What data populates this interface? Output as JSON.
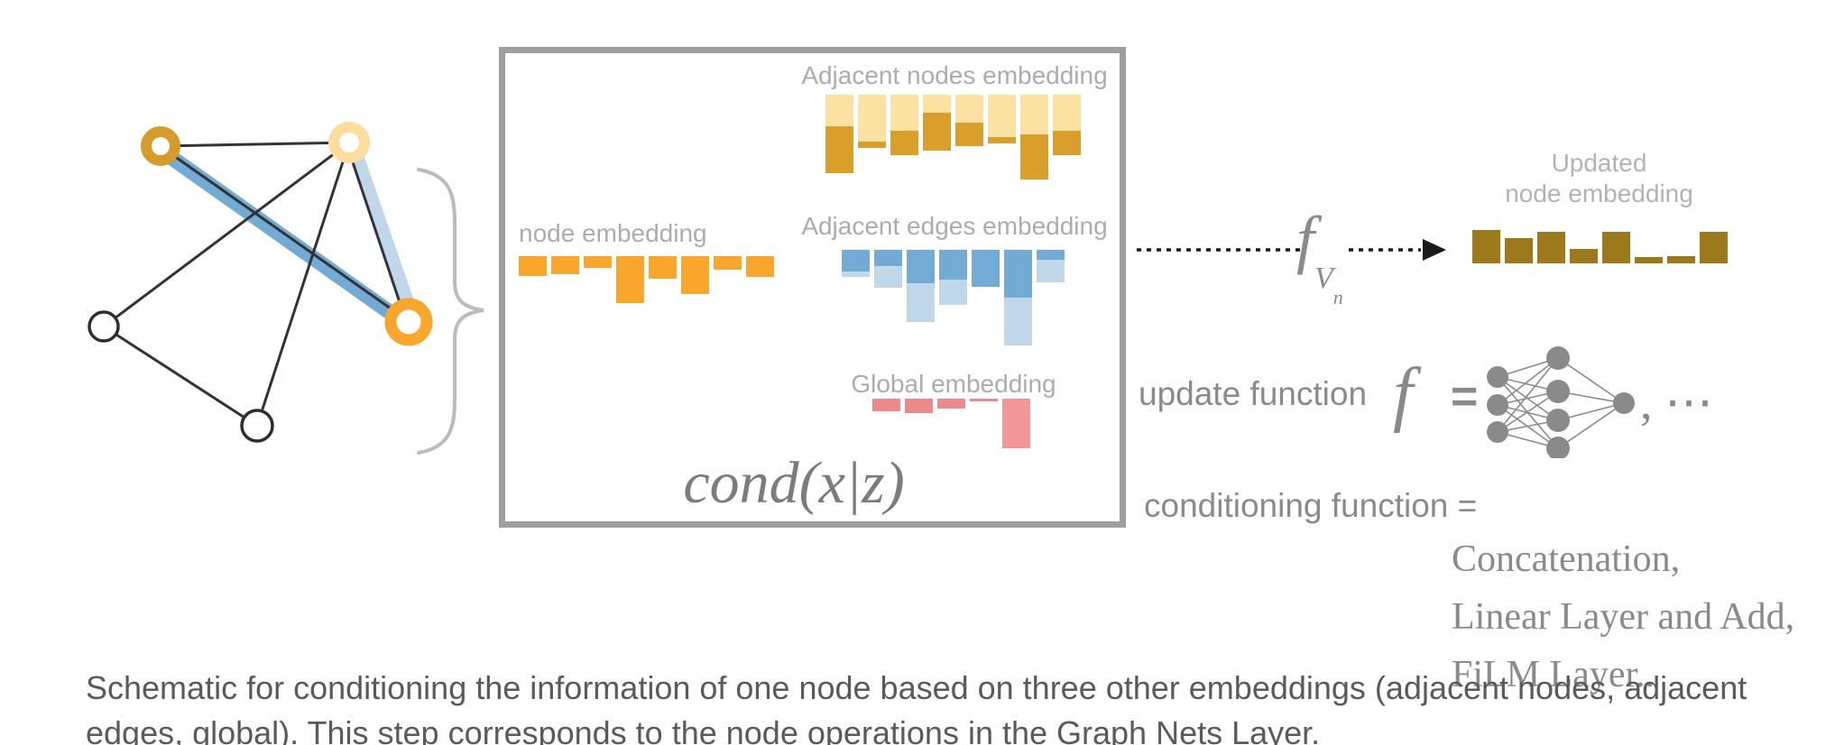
{
  "texts": {
    "node_embedding_label": "node embedding",
    "adjacent_nodes_label": "Adjacent nodes embedding",
    "adjacent_edges_label": "Adjacent edges embedding",
    "global_label": "Global embedding",
    "updated_label_line1": "Updated",
    "updated_label_line2": "node embedding",
    "cond_formula": "cond(x|z)",
    "f_symbol": "f",
    "f_subscript": "V",
    "f_subsubscript": "n",
    "update_function_label": "update function",
    "f_equals_symbol": "f",
    "equals_sign": "=",
    "ellipsis": ", ⋯",
    "conditioning_label": "conditioning function =",
    "conditioning_options": [
      "Concatenation,",
      "Linear Layer and Add,",
      "FiLM Layer.."
    ],
    "caption_line1": "Schematic for conditioning the information of one node based on three other embeddings (adjacent nodes, adjacent",
    "caption_line2": "edges, global). This step corresponds to the node operations in the Graph Nets Layer."
  },
  "colors": {
    "orange": "#f9a62c",
    "light_yellow": "#fbe2a2",
    "dark_gold": "#d99f2a",
    "pale_ring": "#fbde9e",
    "blue": "#72abd3",
    "light_blue": "#bfd7e9",
    "salmon": "#ea8a8b",
    "pink": "#f29699",
    "olive": "#9c7a1c",
    "box_border": "#9e9e9e"
  },
  "chart_data": {
    "node_embedding": {
      "type": "bar",
      "title": "node embedding",
      "orientation": "hanging",
      "color": "#f9a62c",
      "values": [
        22,
        20,
        13,
        52,
        25,
        42,
        15,
        23
      ]
    },
    "adjacent_nodes": {
      "type": "bar",
      "title": "Adjacent nodes embedding",
      "orientation": "hanging",
      "series": [
        {
          "name": "light segment",
          "color": "#fbe2a2",
          "values": [
            35,
            52,
            40,
            20,
            31,
            47,
            44,
            40
          ]
        },
        {
          "name": "dark segment",
          "color": "#d99f2a",
          "values": [
            52,
            7,
            27,
            42,
            26,
            7,
            50,
            27
          ]
        }
      ]
    },
    "adjacent_edges": {
      "type": "bar",
      "title": "Adjacent edges embedding",
      "orientation": "hanging",
      "series": [
        {
          "name": "blue segment",
          "color": "#72abd3",
          "values": [
            24,
            18,
            37,
            33,
            41,
            53,
            11
          ]
        },
        {
          "name": "light segment",
          "color": "#bfd7e9",
          "values": [
            6,
            24,
            43,
            28,
            0,
            53,
            25
          ]
        }
      ]
    },
    "global": {
      "type": "bar",
      "title": "Global embedding",
      "orientation": "hanging",
      "values": [
        14,
        16,
        11,
        3,
        55
      ],
      "colors": [
        "#ea8a8b",
        "#ea8a8b",
        "#ea8a8b",
        "#ea8a8b",
        "#f29699"
      ]
    },
    "updated": {
      "type": "bar",
      "title": "Updated node embedding",
      "orientation": "rising",
      "color": "#9c7a1c",
      "values": [
        37,
        28,
        35,
        16,
        35,
        7,
        8,
        35
      ]
    }
  }
}
